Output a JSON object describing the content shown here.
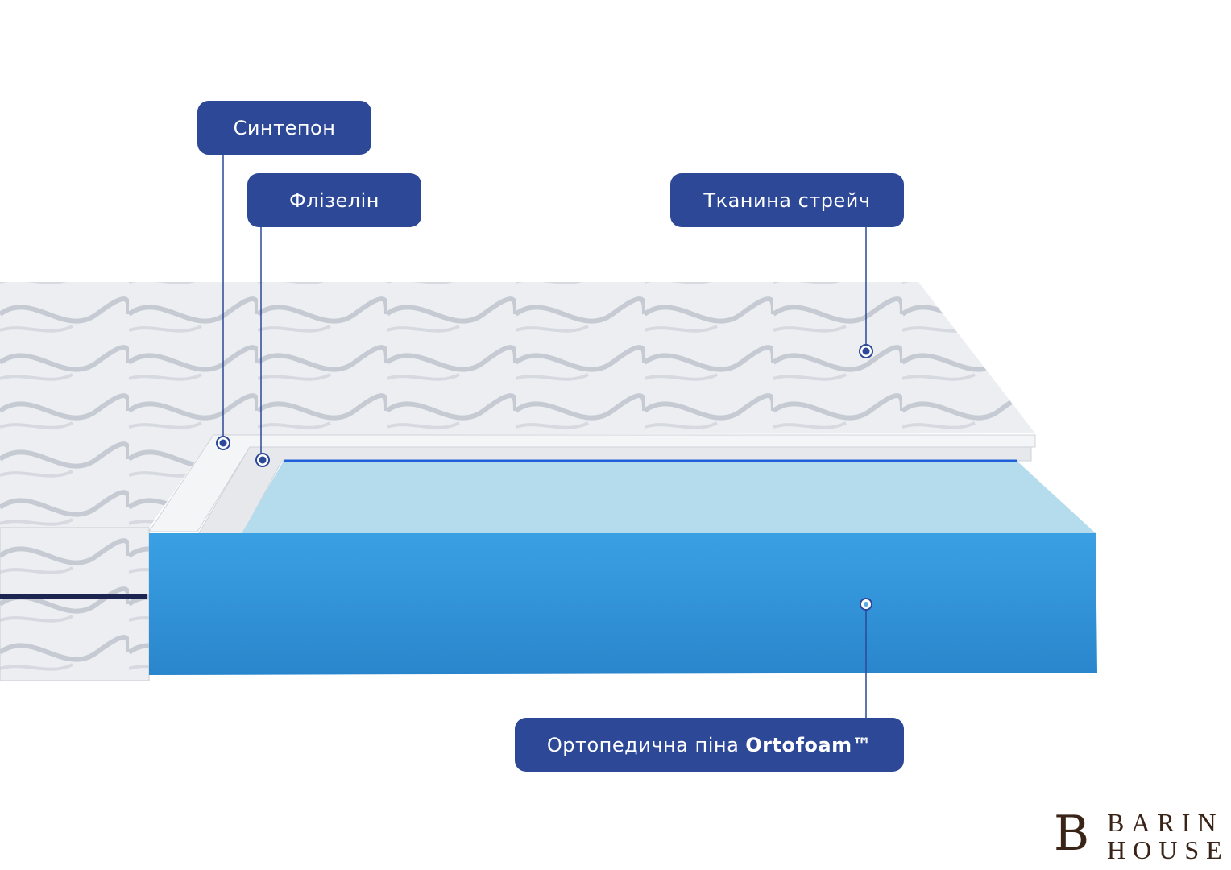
{
  "labels": {
    "synthepon": "Синтепон",
    "fliselin": "Флізелін",
    "stretch_fabric": "Тканина стрейч",
    "foam_prefix": "Ортопедична піна",
    "foam_brand": "Ortofoam™"
  },
  "logo": {
    "monogram": "B",
    "line1": "BARIN",
    "line2": "HOUSE"
  },
  "colors": {
    "label_bg": "#2c4897",
    "foam_side": "#2f8fd4",
    "foam_top": "#b5dcec"
  }
}
